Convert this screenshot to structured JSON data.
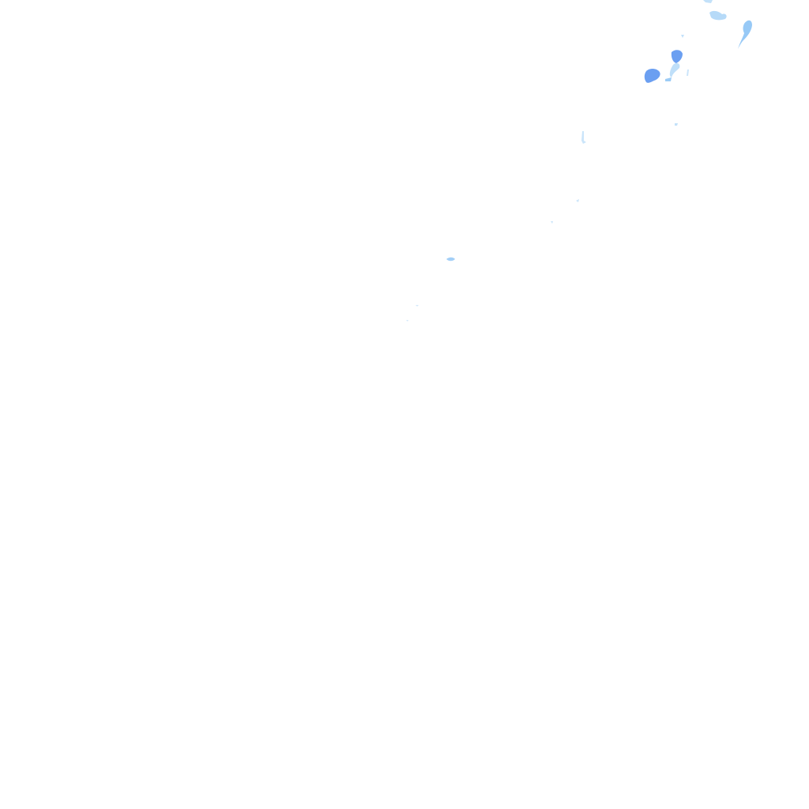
{
  "layer": {
    "kind": "precipitation-radar-overlay",
    "colors": {
      "background": "#ffffff",
      "light": "#a9d4f7",
      "moderate": "#8cc3f5",
      "heavy": "#5b95ef"
    },
    "cells": [
      {
        "level": "light"
      },
      {
        "level": "light"
      },
      {
        "level": "heavy"
      },
      {
        "level": "heavy"
      },
      {
        "level": "moderate"
      },
      {
        "level": "light"
      },
      {
        "level": "light"
      },
      {
        "level": "light"
      },
      {
        "level": "light"
      },
      {
        "level": "light"
      },
      {
        "level": "light"
      }
    ]
  }
}
